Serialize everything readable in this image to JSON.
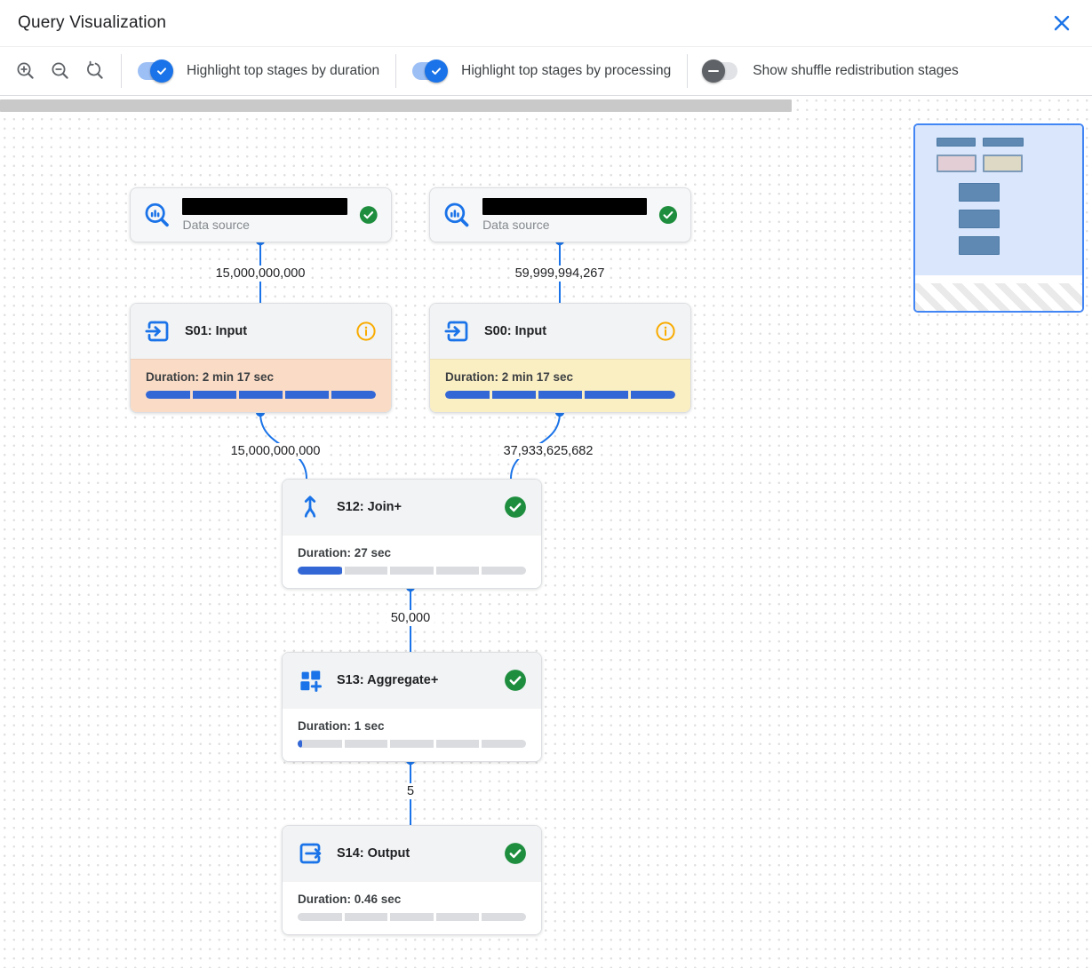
{
  "header": {
    "title": "Query Visualization",
    "close_icon": "x"
  },
  "toolbar": {
    "zoom_icons": [
      "zoom-in",
      "zoom-out",
      "zoom-reset"
    ],
    "toggles": [
      {
        "label": "Highlight top stages by duration",
        "state": "on"
      },
      {
        "label": "Highlight top stages by processing",
        "state": "on"
      },
      {
        "label": "Show shuffle redistribution stages",
        "state": "off"
      }
    ]
  },
  "graph": {
    "nodes": [
      {
        "kind": "data_source",
        "label": "Data source",
        "name_redacted": true,
        "status": "completed"
      },
      {
        "kind": "data_source",
        "label": "Data source",
        "name_redacted": true,
        "status": "completed"
      },
      {
        "kind": "stage",
        "title": "S01: Input",
        "duration": "Duration: 2 min 17 sec",
        "progress_pct": 100,
        "highlight": "#fadbc5",
        "indicator": "info"
      },
      {
        "kind": "stage",
        "title": "S00: Input",
        "duration": "Duration: 2 min 17 sec",
        "progress_pct": 100,
        "highlight": "#faeec3",
        "indicator": "info"
      },
      {
        "kind": "stage",
        "title": "S12: Join+",
        "duration": "Duration: 27 sec",
        "progress_pct": 20,
        "highlight": "#ffffff",
        "indicator": "completed"
      },
      {
        "kind": "stage",
        "title": "S13: Aggregate+",
        "duration": "Duration: 1 sec",
        "progress_pct": 2,
        "highlight": "#ffffff",
        "indicator": "completed"
      },
      {
        "kind": "stage",
        "title": "S14: Output",
        "duration": "Duration: 0.46 sec",
        "progress_pct": 0,
        "highlight": "#ffffff",
        "indicator": "completed"
      }
    ],
    "edges": [
      {
        "from": "data_source_1",
        "to": "S01",
        "label": "15,000,000,000"
      },
      {
        "from": "data_source_2",
        "to": "S00",
        "label": "59,999,994,267"
      },
      {
        "from": "S01",
        "to": "S12",
        "label": "15,000,000,000"
      },
      {
        "from": "S00",
        "to": "S12",
        "label": "37,933,625,682"
      },
      {
        "from": "S12",
        "to": "S13",
        "label": "50,000"
      },
      {
        "from": "S13",
        "to": "S14",
        "label": "5"
      }
    ]
  },
  "colors": {
    "accent_blue": "#1a73e8",
    "edge_blue": "#1a73e8",
    "progress_blue": "#3367d6",
    "progress_track": "#dadce0",
    "success_green": "#1e8e3e",
    "info_orange": "#f9ab00",
    "duration_highlight": "#fadbc5",
    "processing_highlight": "#faeec3",
    "minimap_viewport": "#d9e6fb",
    "minimap_border": "#4285f4"
  }
}
